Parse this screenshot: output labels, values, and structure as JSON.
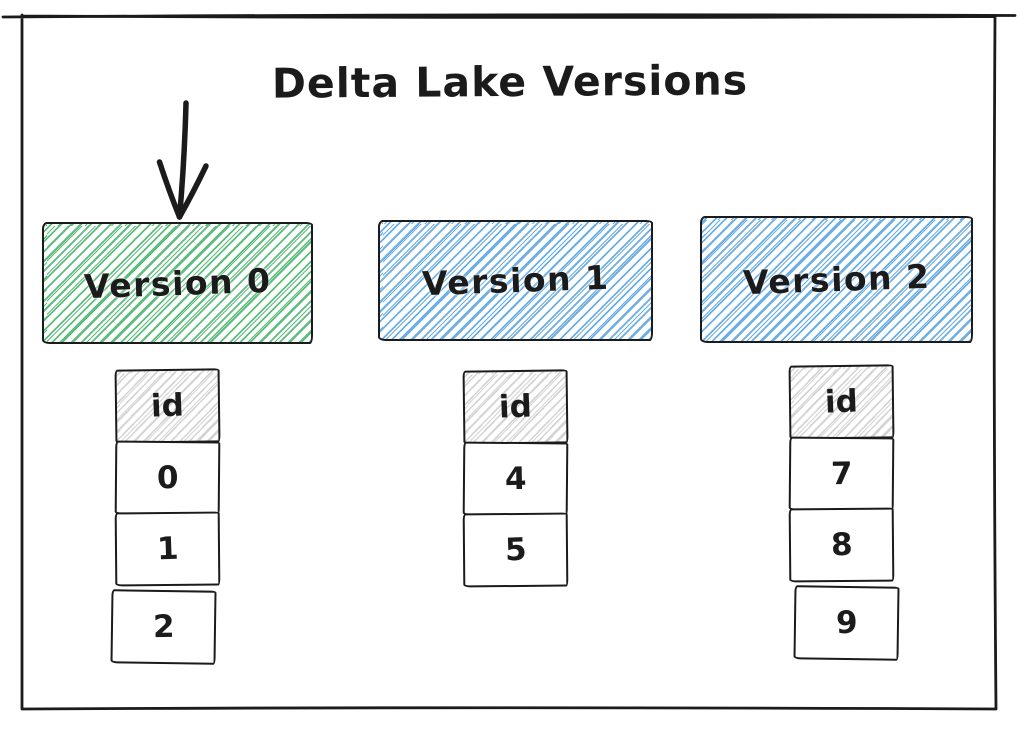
{
  "title": "Delta Lake Versions",
  "style": {
    "background": "#ffffff",
    "stroke_color": "#1b1b1b",
    "green_hatch": "#5dbd7d",
    "blue_hatch": "#6cafe6",
    "header_hatch": "#d4d4d4"
  },
  "icons": {
    "pointer_arrow": "↓"
  },
  "versions": [
    {
      "label": "Version 0",
      "fill": "green",
      "has_pointer_arrow": true,
      "table": {
        "header": "id",
        "rows": [
          "0",
          "1",
          "2"
        ]
      }
    },
    {
      "label": "Version 1",
      "fill": "blue",
      "has_pointer_arrow": false,
      "table": {
        "header": "id",
        "rows": [
          "4",
          "5"
        ]
      }
    },
    {
      "label": "Version 2",
      "fill": "blue",
      "has_pointer_arrow": false,
      "table": {
        "header": "id",
        "rows": [
          "7",
          "8",
          "9"
        ]
      }
    }
  ]
}
